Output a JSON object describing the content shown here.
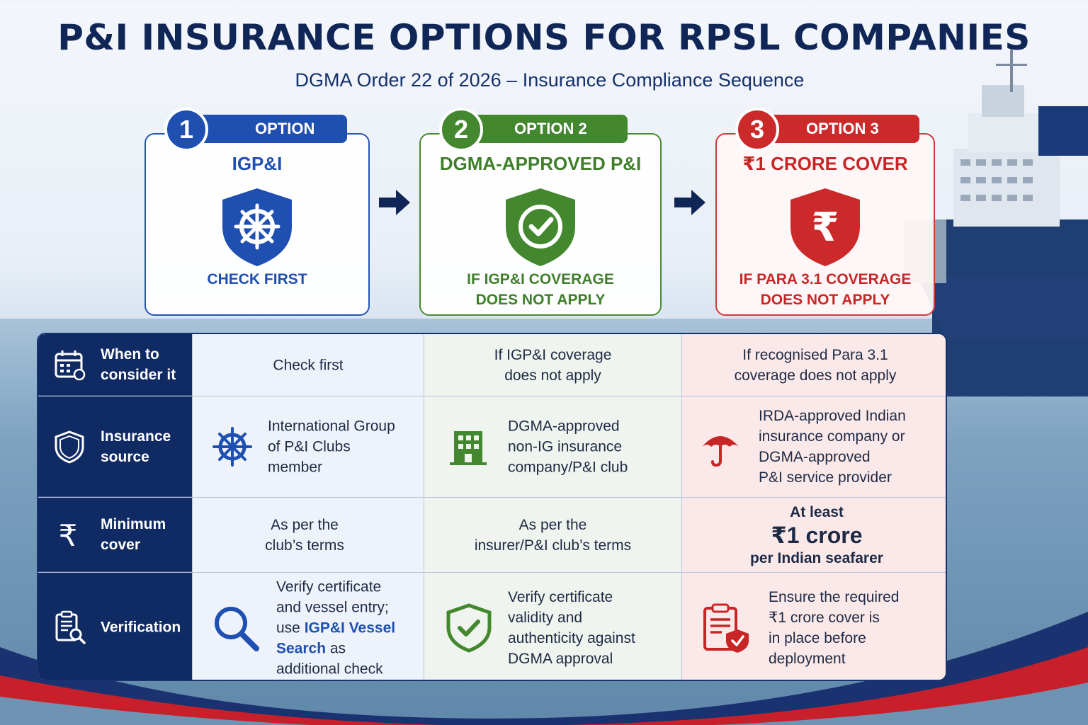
{
  "title": "P&I INSURANCE OPTIONS FOR RPSL COMPANIES",
  "subtitle": "DGMA Order 22 of 2026 – Insurance Compliance Sequence",
  "colors": {
    "navy": "#102a63",
    "blue": "#1e4fb1",
    "green": "#43882e",
    "red": "#cc2a2a"
  },
  "options": [
    {
      "number": "1",
      "label": "OPTION 1",
      "heading": "IGP&I",
      "icon": "ship-wheel-shield-icon",
      "foot_line1": "CHECK FIRST",
      "foot_line2": ""
    },
    {
      "number": "2",
      "label": "OPTION 2",
      "heading": "DGMA-APPROVED P&I",
      "icon": "check-shield-icon",
      "foot_line1": "IF IGP&I COVERAGE",
      "foot_line2": "DOES NOT APPLY"
    },
    {
      "number": "3",
      "label": "OPTION 3",
      "heading": "₹1 CRORE COVER",
      "icon": "rupee-shield-icon",
      "foot_line1": "IF PARA 3.1 COVERAGE",
      "foot_line2": "DOES NOT APPLY"
    }
  ],
  "rows": [
    {
      "label_line1": "When to",
      "label_line2": "consider it",
      "icon": "calendar-icon",
      "c1": [
        "Check first"
      ],
      "c2": [
        "If IGP&I coverage",
        "does not apply"
      ],
      "c3": [
        "If recognised Para 3.1",
        "coverage does not apply"
      ]
    },
    {
      "label_line1": "Insurance",
      "label_line2": "source",
      "icon": "shield-icon",
      "c1": [
        "International Group",
        "of P&I Clubs",
        "member"
      ],
      "c2": [
        "DGMA-approved",
        "non-IG insurance",
        "company/P&I club"
      ],
      "c3": [
        "IRDA-approved Indian",
        "insurance company or",
        "DGMA-approved",
        "P&I service provider"
      ],
      "c1_icon": "ship-wheel-icon",
      "c2_icon": "building-icon",
      "c3_icon": "umbrella-icon"
    },
    {
      "label_line1": "Minimum",
      "label_line2": "cover",
      "icon": "rupee-icon",
      "c1": [
        "As per the",
        "club’s terms"
      ],
      "c2": [
        "As per the",
        "insurer/P&I club’s terms"
      ],
      "c3": [
        "At least",
        "₹1 crore",
        "per Indian seafarer"
      ]
    },
    {
      "label_line1": "Verification",
      "label_line2": "",
      "icon": "clipboard-search-icon",
      "c1_pre": [
        "Verify certificate",
        "and vessel entry;",
        "use "
      ],
      "c1_link": "IGP&I Vessel",
      "c1_link2": "Search",
      "c1_post": " as",
      "c1_last": "additional check",
      "c2": [
        "Verify certificate",
        "validity and",
        "authenticity against",
        "DGMA approval"
      ],
      "c3": [
        "Ensure the required",
        "₹1 crore cover is",
        "in place before",
        "deployment"
      ],
      "c1_icon": "magnifier-icon",
      "c2_icon": "check-shield-icon",
      "c3_icon": "clipboard-shield-icon"
    }
  ]
}
